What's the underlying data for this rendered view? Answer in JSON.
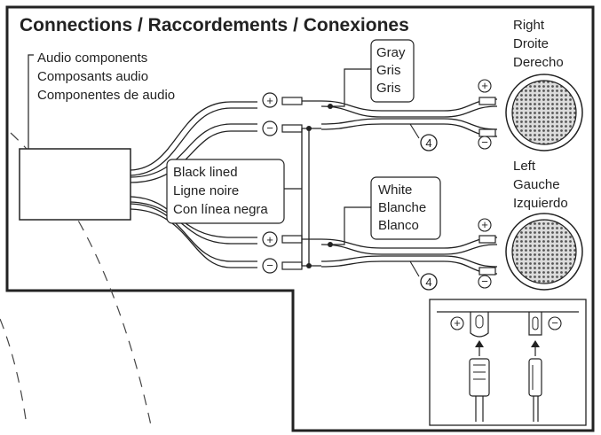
{
  "title": "Connections / Raccordements / Conexiones",
  "audio_components": {
    "lines": [
      "Audio components",
      "Composants audio",
      "Componentes de audio"
    ]
  },
  "black_lined": {
    "lines": [
      "Black lined",
      "Ligne noire",
      "Con línea negra"
    ]
  },
  "gray_label": {
    "lines": [
      "Gray",
      "Gris",
      "Gris"
    ]
  },
  "white_label": {
    "lines": [
      "White",
      "Blanche",
      "Blanco"
    ]
  },
  "right_speaker": {
    "lines": [
      "Right",
      "Droite",
      "Derecho"
    ]
  },
  "left_speaker": {
    "lines": [
      "Left",
      "Gauche",
      "Izquierdo"
    ]
  },
  "symbols": {
    "plus": "⊕",
    "minus": "⊖",
    "plus_small": "+",
    "minus_small": "−"
  },
  "callout_number": "4",
  "colors": {
    "ink": "#222222",
    "background": "#ffffff",
    "speaker_grille": "#9a9a9a"
  },
  "icons": [
    "speaker-right-icon",
    "speaker-left-icon",
    "terminal-inset-icon"
  ]
}
